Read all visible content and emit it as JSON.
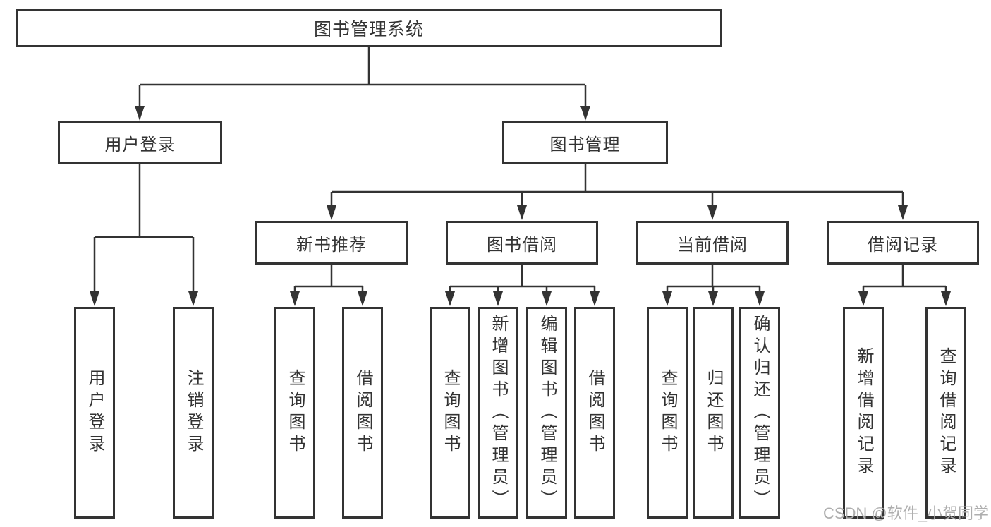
{
  "tree": {
    "root": "图书管理系统",
    "branches": [
      {
        "label": "用户登录",
        "leaves": [
          "用户登录",
          "注销登录"
        ]
      },
      {
        "label": "图书管理",
        "groups": [
          {
            "label": "新书推荐",
            "leaves": [
              "查询图书",
              "借阅图书"
            ]
          },
          {
            "label": "图书借阅",
            "leaves": [
              "查询图书",
              "新增图书（管理员）",
              "编辑图书（管理员）",
              "借阅图书"
            ]
          },
          {
            "label": "当前借阅",
            "leaves": [
              "查询图书",
              "归还图书",
              "确认归还（管理员）"
            ]
          },
          {
            "label": "借阅记录",
            "leaves": [
              "新增借阅记录",
              "查询借阅记录"
            ]
          }
        ]
      }
    ]
  },
  "watermark": {
    "text": "CSDN @软件_小贺同学"
  },
  "colors": {
    "border": "#333333",
    "line": "#333333",
    "text": "#333333",
    "watermark": "#aeaeae",
    "background": "#ffffff"
  }
}
